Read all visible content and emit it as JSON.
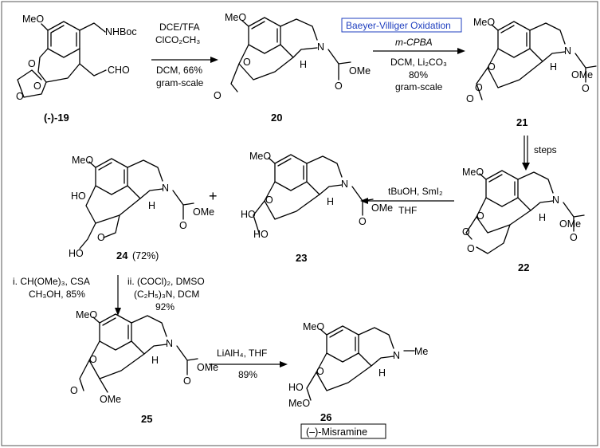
{
  "highlight": {
    "label": "Baeyer-Villiger Oxidation",
    "color": "#1f3fbf"
  },
  "compounds": [
    {
      "id": "c19",
      "label": "(-)-19",
      "groups": [
        "MeO",
        "NHBoc",
        "CHO"
      ]
    },
    {
      "id": "c20",
      "label": "20",
      "groups": [
        "MeO",
        "O",
        "N",
        "H",
        "O",
        "OMe"
      ]
    },
    {
      "id": "c21",
      "label": "21",
      "groups": [
        "MeO",
        "O",
        "N",
        "H",
        "O",
        "OMe"
      ]
    },
    {
      "id": "c22",
      "label": "22",
      "groups": [
        "MeO",
        "O",
        "N",
        "H",
        "O",
        "OMe",
        "O"
      ]
    },
    {
      "id": "c23",
      "label": "23",
      "groups": [
        "MeO",
        "HO",
        "HO",
        "N",
        "H",
        "O",
        "OMe"
      ]
    },
    {
      "id": "c24",
      "label": "24",
      "yield": "(72%)",
      "groups": [
        "MeO",
        "HO",
        "HO",
        "O",
        "N",
        "H",
        "O",
        "OMe"
      ]
    },
    {
      "id": "c25",
      "label": "25",
      "groups": [
        "MeO",
        "O",
        "OMe",
        "N",
        "H",
        "O",
        "OMe"
      ]
    },
    {
      "id": "c26",
      "label": "26",
      "groups": [
        "MeO",
        "HO",
        "MeO",
        "N",
        "H",
        "Me"
      ]
    }
  ],
  "product_name": "(–)-Misramine",
  "plus": "+",
  "steps": [
    {
      "id": "s1",
      "lines": [
        "DCE/TFA",
        "ClCO₂CH₃",
        "DCM, 66%",
        "gram-scale"
      ]
    },
    {
      "id": "s2",
      "lines": [
        "m-CPBA",
        "DCM, Li₂CO₃",
        "80%",
        "gram-scale"
      ]
    },
    {
      "id": "s3",
      "lines": [
        "steps"
      ]
    },
    {
      "id": "s4",
      "lines": [
        "tBuOH, SmI₂",
        "THF"
      ]
    },
    {
      "id": "s5",
      "lines": [
        "i. CH(OMe)₃, CSA",
        "CH₃OH, 85%",
        "ii. (COCl)₂, DMSO",
        "(C₂H₅)₃N, DCM",
        "92%"
      ]
    },
    {
      "id": "s6",
      "lines": [
        "LiAlH₄, THF",
        "89%"
      ]
    }
  ]
}
